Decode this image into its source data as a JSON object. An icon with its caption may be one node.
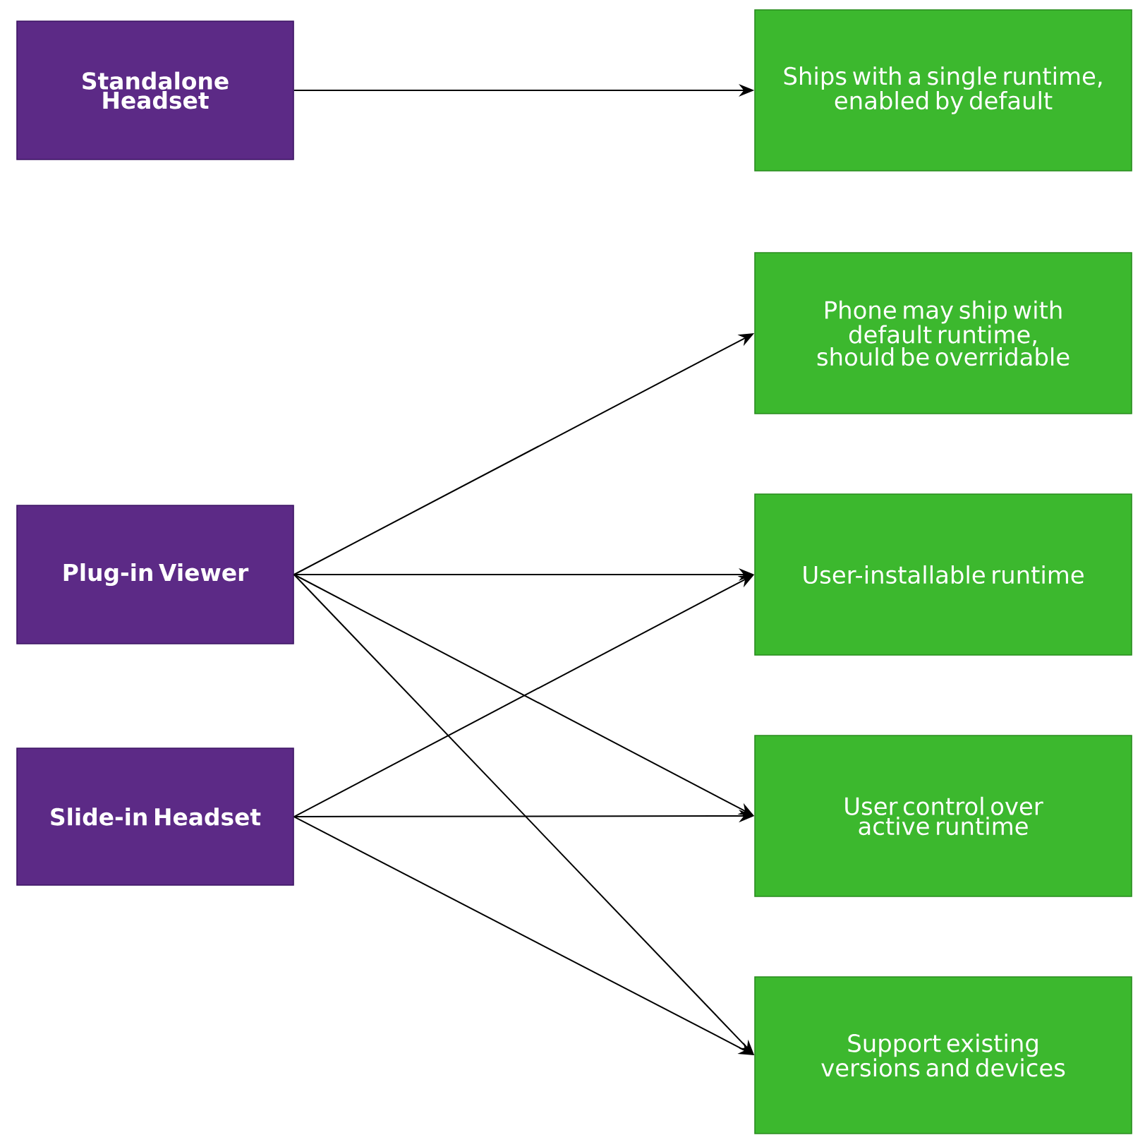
{
  "diagram": {
    "nodes": [
      {
        "text": [
          "Standalone Headset"
        ]
      },
      {
        "text": [
          "Ships with a single runtime, enabled by default"
        ]
      },
      {
        "text": [
          "Phone may ship with default runtime, should be overridable"
        ]
      },
      {
        "text": [
          "Plug-in Viewer"
        ]
      },
      {
        "text": [
          "User-installable runtime"
        ]
      },
      {
        "text": [
          "Slide-in Headset"
        ]
      },
      {
        "text": [
          "User control over active runtime"
        ]
      },
      {
        "text": [
          "Support existing versions and devices"
        ]
      }
    ],
    "edges": [
      {
        "from": 0,
        "to": 1,
        "arrow": "to"
      },
      {
        "from": 3,
        "to": 2,
        "arrow": "to"
      },
      {
        "from": 3,
        "to": 4,
        "arrow": "to"
      },
      {
        "from": 3,
        "to": 6,
        "arrow": "to"
      },
      {
        "from": 3,
        "to": 7,
        "arrow": "to"
      },
      {
        "from": 5,
        "to": 4,
        "arrow": "to"
      },
      {
        "from": 5,
        "to": 6,
        "arrow": "to"
      },
      {
        "from": 5,
        "to": 7,
        "arrow": "to"
      }
    ]
  }
}
